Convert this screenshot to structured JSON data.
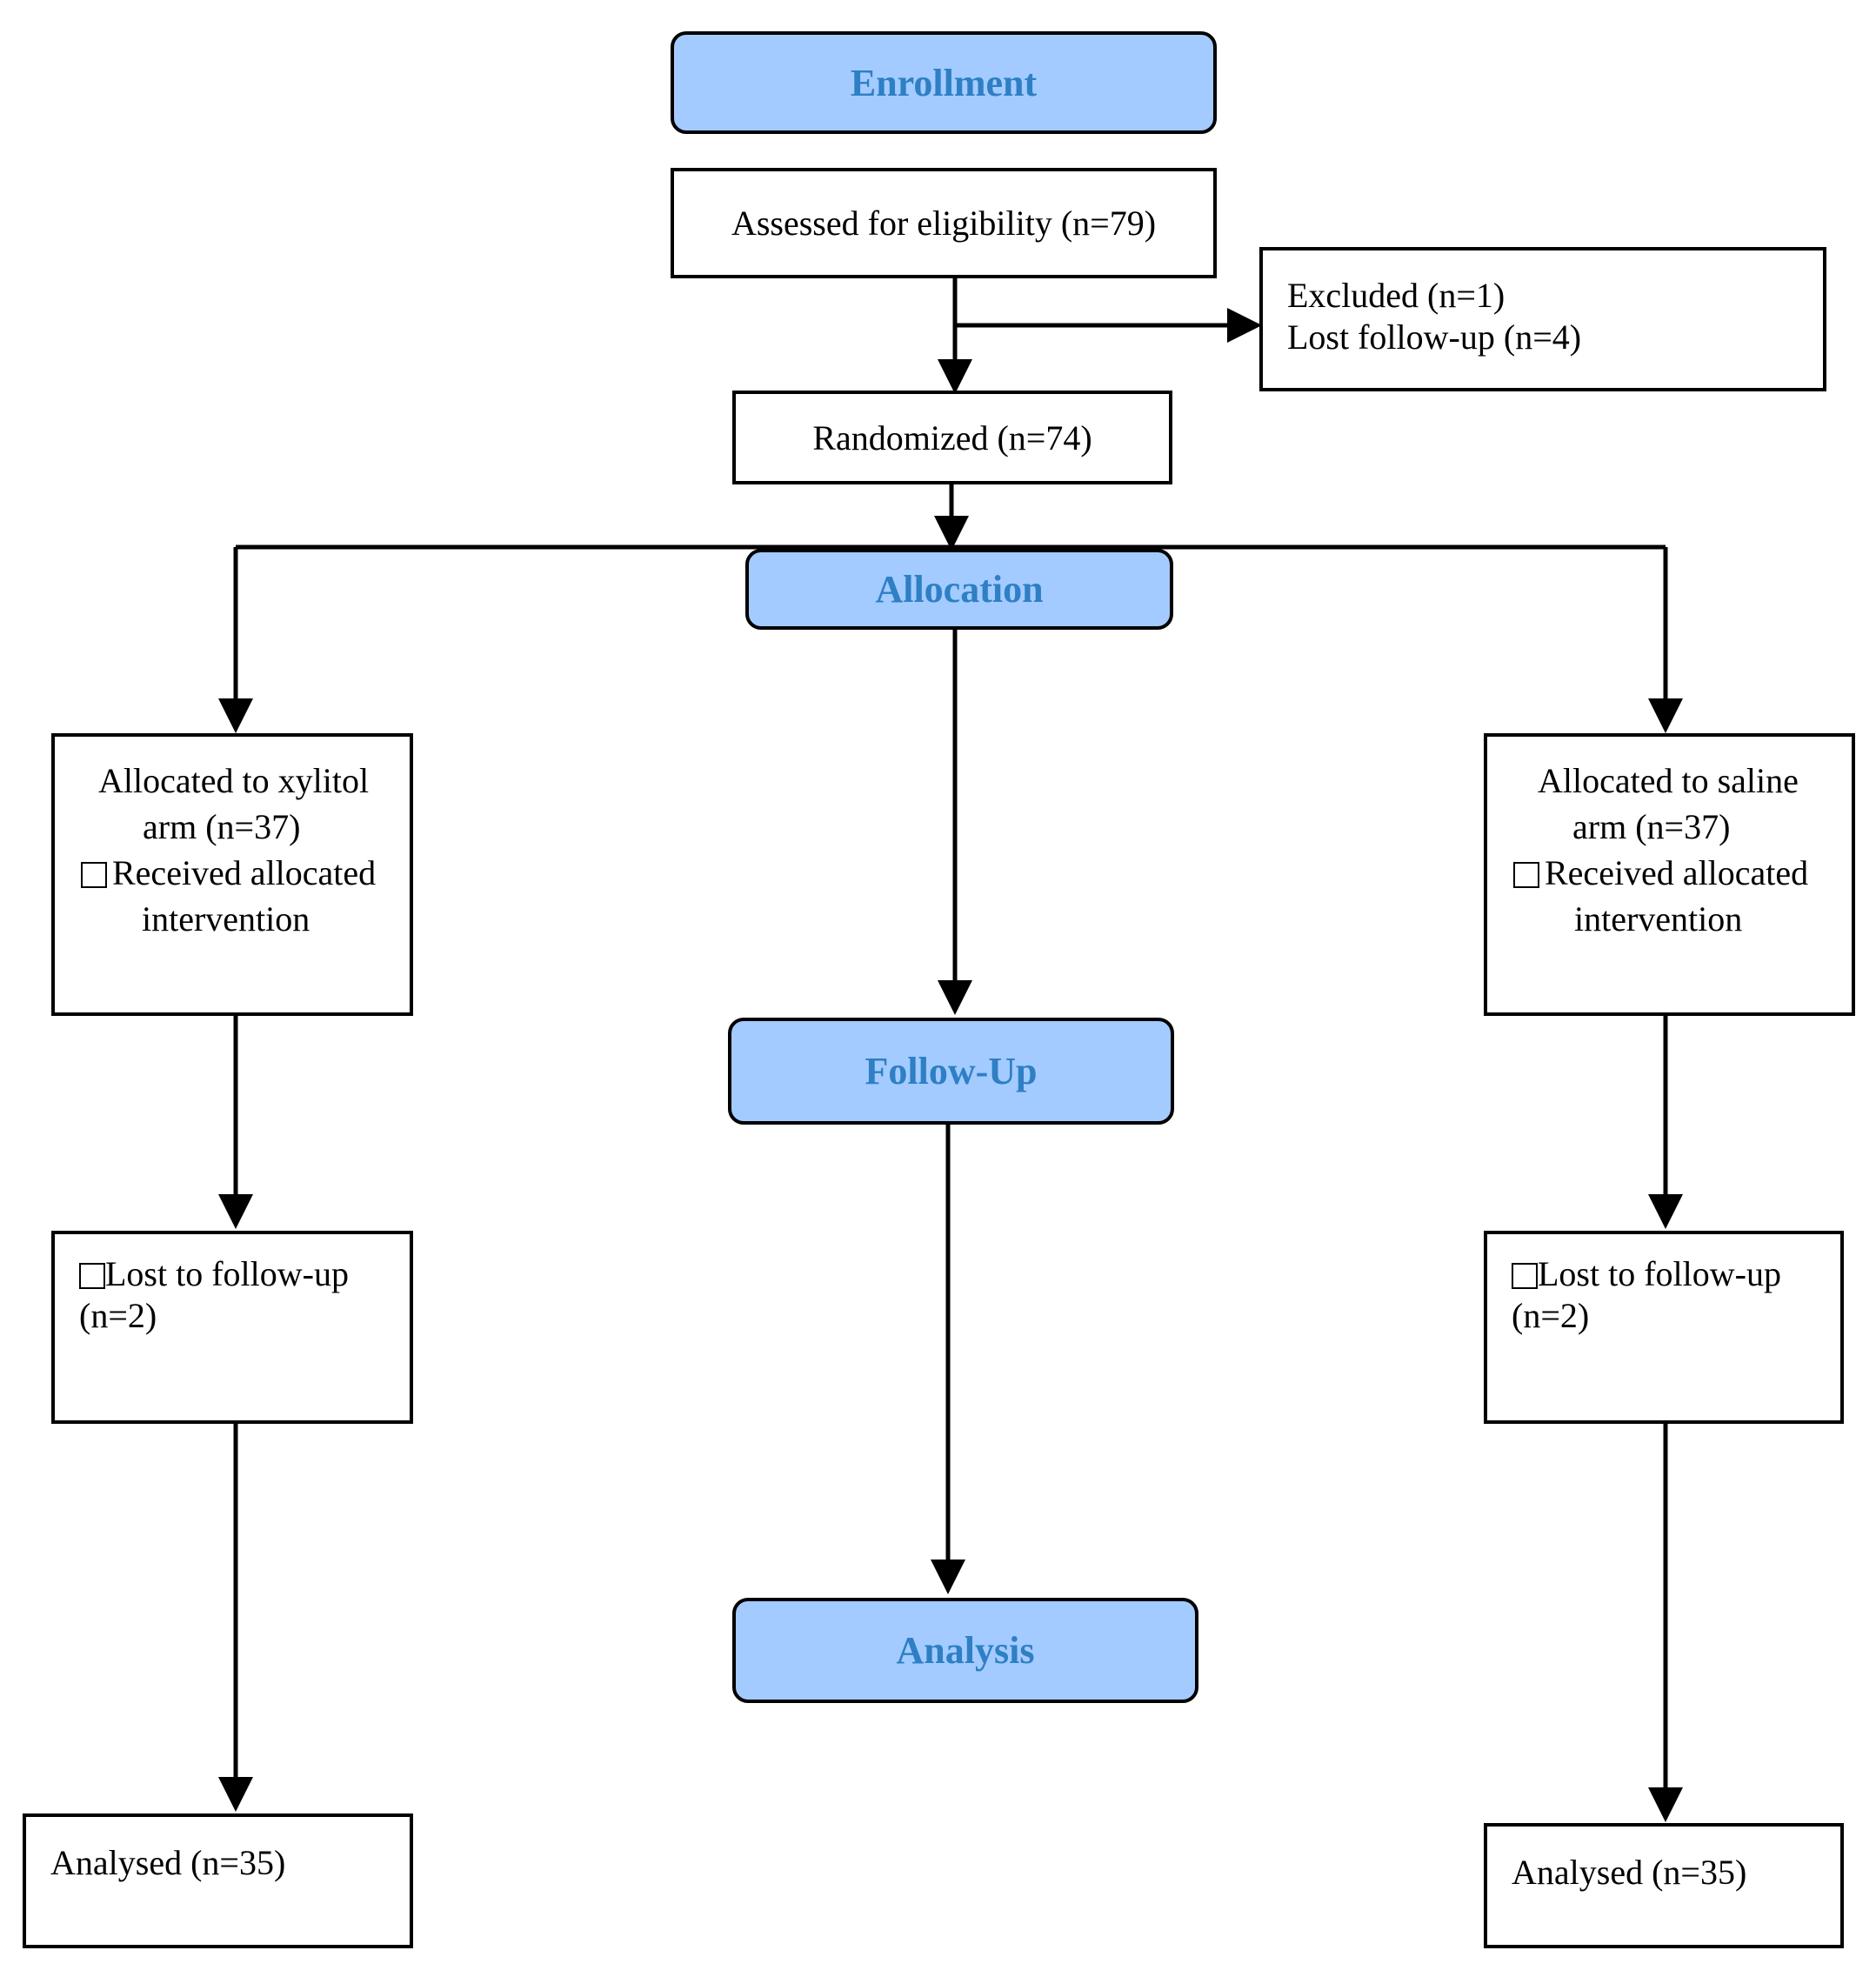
{
  "stages": {
    "enrollment": "Enrollment",
    "allocation": "Allocation",
    "followup": "Follow-Up",
    "analysis": "Analysis"
  },
  "boxes": {
    "assessed": "Assessed for eligibility (n=79)",
    "excluded": {
      "line1": "Excluded  (n=1)",
      "line2": "Lost follow-up (n=4)"
    },
    "randomized": "Randomized (n=74)",
    "xylitol": {
      "line1": "Allocated to xylitol",
      "line2": "arm (n=37)",
      "line3": "Received allocated",
      "line4": "intervention"
    },
    "saline": {
      "line1": "Allocated  to saline",
      "line2": "arm (n=37)",
      "line3": "Received allocated",
      "line4": "intervention"
    },
    "lost_left": {
      "line1": "Lost to follow-up",
      "line2": "(n=2)"
    },
    "lost_right": {
      "line1": "Lost to follow-up",
      "line2": "(n=2)"
    },
    "analysed_left": "Analysed  (n=35)",
    "analysed_right": "Analysed  (n=35)"
  },
  "colors": {
    "stage_fill": "#a3cbff",
    "stage_text": "#2e7fc4",
    "line": "#000000"
  },
  "icons": {
    "checkbox": "checkbox-icon"
  }
}
